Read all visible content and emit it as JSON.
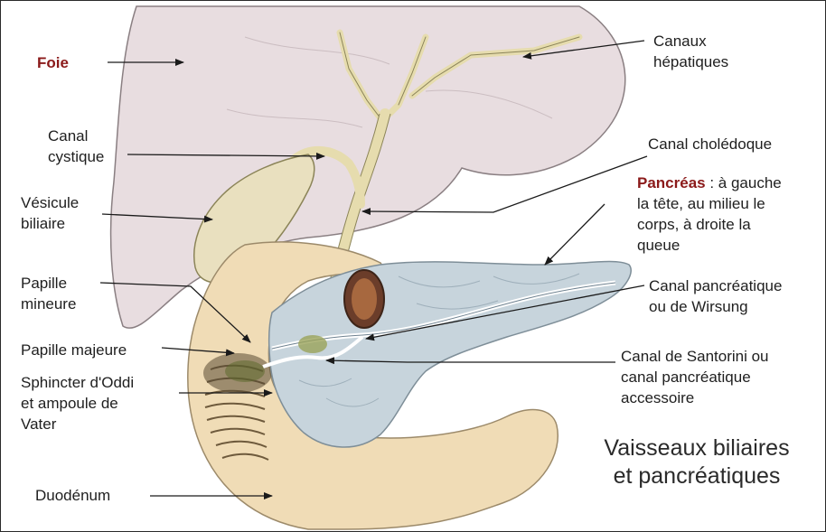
{
  "labels": {
    "foie": "Foie",
    "canaux_hepatiques": [
      "Canaux",
      "hépatiques"
    ],
    "canal_cystique": [
      "Canal",
      "cystique"
    ],
    "canal_choledoque": "Canal cholédoque",
    "vesicule_biliaire": [
      "Vésicule",
      "biliaire"
    ],
    "pancreas": {
      "name": "Pancréas",
      "desc": [
        " : à gauche",
        "la tête, au milieu le",
        "corps, à droite  la",
        "queue"
      ]
    },
    "papille_mineure": [
      "Papille",
      "mineure"
    ],
    "canal_wirsung": [
      "Canal pancréatique",
      "ou de Wirsung"
    ],
    "papille_majeure": "Papille majeure",
    "canal_santorini": [
      "Canal de Santorini ou",
      "canal pancréatique",
      "accessoire"
    ],
    "sphincter_oddi": [
      "Sphincter d'Oddi",
      "et ampoule de",
      "Vater"
    ],
    "duodenum": "Duodénum"
  },
  "title": [
    "Vaisseaux biliaires",
    "et pancréatiques"
  ],
  "colors": {
    "liver": "#e8dde0",
    "gallbladder": "#e9e0bf",
    "bile_duct": "#e6dcae",
    "pancreas": "#c7d4dc",
    "duodenum": "#f0dcb6",
    "accent_label": "#8b1a1a",
    "outline": "#8a7f82"
  }
}
